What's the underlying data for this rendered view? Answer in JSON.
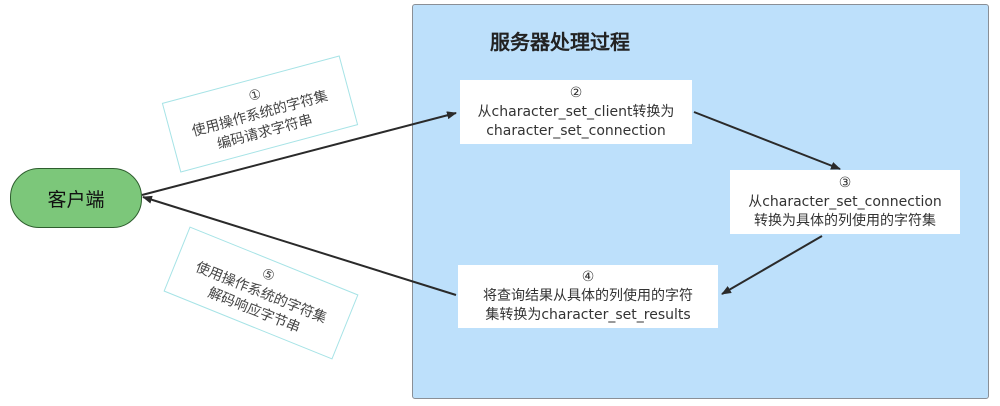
{
  "server": {
    "title": "服务器处理过程"
  },
  "client": {
    "label": "客户端"
  },
  "steps": [
    {
      "num": "①",
      "line1": "使用操作系统的字符集",
      "line2": "编码请求字符串"
    },
    {
      "num": "②",
      "line1": "从character_set_client转换为",
      "line2": "character_set_connection"
    },
    {
      "num": "③",
      "line1": "从character_set_connection",
      "line2": "转换为具体的列使用的字符集"
    },
    {
      "num": "④",
      "line1": "将查询结果从具体的列使用的字符",
      "line2": "集转换为character_set_results"
    },
    {
      "num": "⑤",
      "line1": "使用操作系统的字符集",
      "line2": "解码响应字节串"
    }
  ]
}
